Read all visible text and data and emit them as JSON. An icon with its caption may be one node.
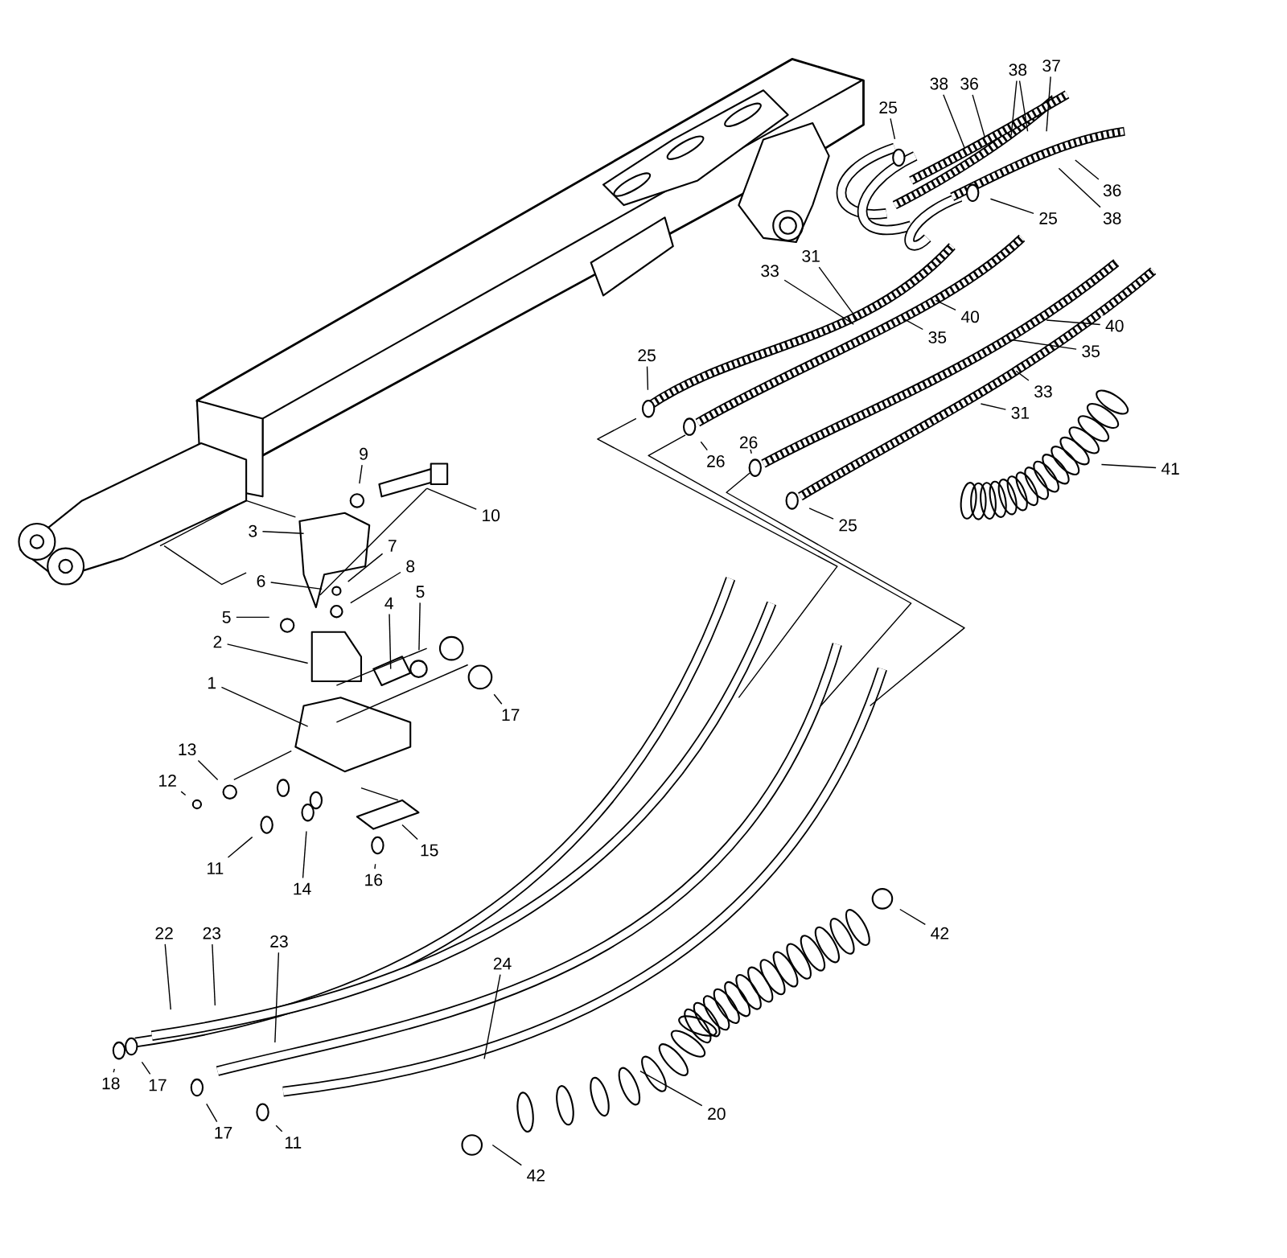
{
  "diagram": {
    "nodes": [
      {
        "text": [
          "38"
        ]
      },
      {
        "text": [
          "36"
        ]
      },
      {
        "text": [
          "38"
        ]
      },
      {
        "text": [
          "37"
        ]
      },
      {
        "text": [
          "25"
        ]
      },
      {
        "text": [
          "36"
        ]
      },
      {
        "text": [
          "25"
        ]
      },
      {
        "text": [
          "38"
        ]
      },
      {
        "text": [
          "33"
        ]
      },
      {
        "text": [
          "31"
        ]
      },
      {
        "text": [
          "40"
        ]
      },
      {
        "text": [
          "35"
        ]
      },
      {
        "text": [
          "40"
        ]
      },
      {
        "text": [
          "35"
        ]
      },
      {
        "text": [
          "33"
        ]
      },
      {
        "text": [
          "31"
        ]
      },
      {
        "text": [
          "25"
        ]
      },
      {
        "text": [
          "26"
        ]
      },
      {
        "text": [
          "26"
        ]
      },
      {
        "text": [
          "41"
        ]
      },
      {
        "text": [
          "25"
        ]
      },
      {
        "text": [
          "9"
        ]
      },
      {
        "text": [
          "10"
        ]
      },
      {
        "text": [
          "3"
        ]
      },
      {
        "text": [
          "7"
        ]
      },
      {
        "text": [
          "6"
        ]
      },
      {
        "text": [
          "8"
        ]
      },
      {
        "text": [
          "5"
        ]
      },
      {
        "text": [
          "4"
        ]
      },
      {
        "text": [
          "5"
        ]
      },
      {
        "text": [
          "2"
        ]
      },
      {
        "text": [
          "17"
        ]
      },
      {
        "text": [
          "1"
        ]
      },
      {
        "text": [
          "13"
        ]
      },
      {
        "text": [
          "12"
        ]
      },
      {
        "text": [
          "15"
        ]
      },
      {
        "text": [
          "11"
        ]
      },
      {
        "text": [
          "14"
        ]
      },
      {
        "text": [
          "16"
        ]
      },
      {
        "text": [
          "42"
        ]
      },
      {
        "text": [
          "22"
        ]
      },
      {
        "text": [
          "23"
        ]
      },
      {
        "text": [
          "23"
        ]
      },
      {
        "text": [
          "24"
        ]
      },
      {
        "text": [
          "18"
        ]
      },
      {
        "text": [
          "17"
        ]
      },
      {
        "text": [
          "20"
        ]
      },
      {
        "text": [
          "17"
        ]
      },
      {
        "text": [
          "11"
        ]
      },
      {
        "text": [
          "42"
        ]
      }
    ],
    "edges": [
      {
        "from": 0,
        "to": null,
        "arrow": "none"
      },
      {
        "from": 1,
        "to": null,
        "arrow": "none"
      },
      {
        "from": 2,
        "to": null,
        "arrow": "none"
      },
      {
        "from": 2,
        "to": null,
        "arrow": "none"
      },
      {
        "from": 3,
        "to": null,
        "arrow": "none"
      },
      {
        "from": 4,
        "to": null,
        "arrow": "none"
      },
      {
        "from": 5,
        "to": null,
        "arrow": "none"
      },
      {
        "from": 6,
        "to": null,
        "arrow": "none"
      },
      {
        "from": 7,
        "to": null,
        "arrow": "none"
      },
      {
        "from": 8,
        "to": null,
        "arrow": "none"
      },
      {
        "from": 9,
        "to": null,
        "arrow": "none"
      },
      {
        "from": 10,
        "to": null,
        "arrow": "none"
      },
      {
        "from": 11,
        "to": null,
        "arrow": "none"
      },
      {
        "from": 12,
        "to": null,
        "arrow": "none"
      },
      {
        "from": 13,
        "to": null,
        "arrow": "none"
      },
      {
        "from": 14,
        "to": null,
        "arrow": "none"
      },
      {
        "from": 15,
        "to": null,
        "arrow": "none"
      },
      {
        "from": 16,
        "to": null,
        "arrow": "none"
      },
      {
        "from": 17,
        "to": null,
        "arrow": "none"
      },
      {
        "from": 18,
        "to": null,
        "arrow": "none"
      },
      {
        "from": 19,
        "to": null,
        "arrow": "none"
      },
      {
        "from": 20,
        "to": null,
        "arrow": "none"
      },
      {
        "from": 21,
        "to": null,
        "arrow": "none"
      },
      {
        "from": 22,
        "to": null,
        "arrow": "none"
      },
      {
        "from": 23,
        "to": null,
        "arrow": "none"
      },
      {
        "from": 24,
        "to": null,
        "arrow": "none"
      },
      {
        "from": 25,
        "to": null,
        "arrow": "none"
      },
      {
        "from": 26,
        "to": null,
        "arrow": "none"
      },
      {
        "from": 27,
        "to": null,
        "arrow": "none"
      },
      {
        "from": 28,
        "to": null,
        "arrow": "none"
      },
      {
        "from": 29,
        "to": null,
        "arrow": "none"
      },
      {
        "from": 30,
        "to": null,
        "arrow": "none"
      },
      {
        "from": 31,
        "to": null,
        "arrow": "none"
      },
      {
        "from": 32,
        "to": null,
        "arrow": "none"
      },
      {
        "from": 33,
        "to": null,
        "arrow": "none"
      },
      {
        "from": 34,
        "to": null,
        "arrow": "none"
      },
      {
        "from": 35,
        "to": null,
        "arrow": "none"
      },
      {
        "from": 36,
        "to": null,
        "arrow": "none"
      },
      {
        "from": 37,
        "to": null,
        "arrow": "none"
      },
      {
        "from": 38,
        "to": null,
        "arrow": "none"
      },
      {
        "from": 39,
        "to": null,
        "arrow": "none"
      },
      {
        "from": 40,
        "to": null,
        "arrow": "none"
      },
      {
        "from": 41,
        "to": null,
        "arrow": "none"
      },
      {
        "from": 42,
        "to": null,
        "arrow": "none"
      },
      {
        "from": 43,
        "to": null,
        "arrow": "none"
      },
      {
        "from": 44,
        "to": null,
        "arrow": "none"
      },
      {
        "from": 45,
        "to": null,
        "arrow": "none"
      },
      {
        "from": 46,
        "to": null,
        "arrow": "none"
      },
      {
        "from": 47,
        "to": null,
        "arrow": "none"
      },
      {
        "from": 48,
        "to": null,
        "arrow": "none"
      },
      {
        "from": 49,
        "to": null,
        "arrow": "none"
      }
    ]
  }
}
